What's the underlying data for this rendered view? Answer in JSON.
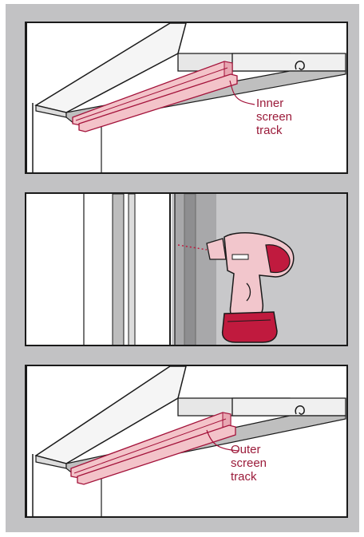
{
  "colors": {
    "background": "#c2c2c4",
    "track_fill": "#f3c3c9",
    "track_stroke": "#a3123a",
    "label_text": "#9b1b3a",
    "drill_body": "#f2c6cc",
    "drill_accent": "#c01a3e"
  },
  "panels": [
    {
      "name": "inner-track-panel",
      "label_lines": [
        "Inner",
        "screen",
        "track"
      ]
    },
    {
      "name": "drilling-panel"
    },
    {
      "name": "outer-track-panel",
      "label_lines": [
        "Outer",
        "screen",
        "track"
      ]
    }
  ],
  "icons": [
    "drill-icon"
  ]
}
